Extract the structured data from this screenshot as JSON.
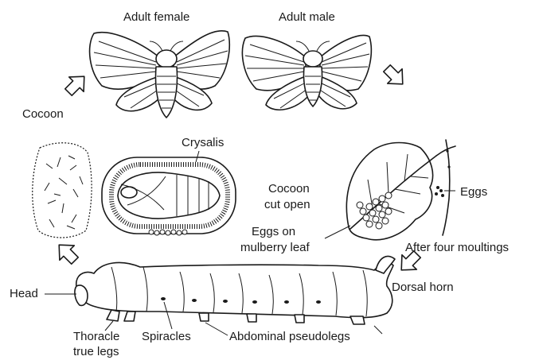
{
  "labels": {
    "adult_female": "Adult female",
    "adult_male": "Adult male",
    "cocoon": "Cocoon",
    "crysalis": "Crysalis",
    "cocoon_cut_open_1": "Cocoon",
    "cocoon_cut_open_2": "cut open",
    "eggs": "Eggs",
    "eggs_on_leaf_1": "Eggs on",
    "eggs_on_leaf_2": "mulberry leaf",
    "after_moultings": "After four moultings",
    "head": "Head",
    "dorsal_horn": "Dorsal horn",
    "thoracic_1": "Thoracle",
    "thoracic_2": "true legs",
    "spiracles": "Spiracles",
    "abdominal_pseudolegs": "Abdominal pseudolegs"
  },
  "colors": {
    "ink": "#1a1a1a",
    "background": "#ffffff"
  },
  "icons": [
    "hollow-arrow-icon"
  ]
}
